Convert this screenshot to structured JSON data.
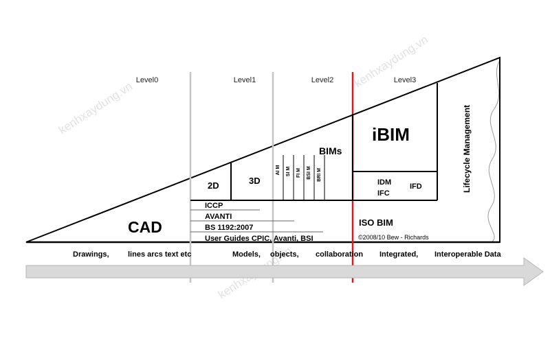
{
  "levels": [
    "Level0",
    "Level1",
    "Level2",
    "Level3"
  ],
  "labels": {
    "cad": "CAD",
    "two_d": "2D",
    "three_d": "3D",
    "bims": "BIMs",
    "ibim": "iBIM",
    "idm": "IDM",
    "ifc": "IFC",
    "ifd": "IFD",
    "iso_bim": "ISO BIM",
    "lifecycle": "Lifecycle Management",
    "copyright": "©2008/10 Bew -    Richards"
  },
  "bim_models": [
    "AI M",
    "SI M",
    "FI M",
    "BSI M",
    "BRI M"
  ],
  "standards": [
    "ICCP",
    "AVANTI",
    "BS  1192:2007",
    "User Guides CPIC, Avanti, BSI"
  ],
  "arrow_captions": [
    "Drawings,",
    "lines arcs text etc",
    "Models,",
    "objects,",
    "collaboration",
    "Integrated,",
    "Interoperable Data"
  ],
  "watermark": "kenhxaydung.vn",
  "colors": {
    "line": "#000000",
    "level_divider": "#c4c4c4",
    "level3_divider": "#e0161e",
    "arrow_fill": "#d9d9d9",
    "arrow_stroke": "#b5b5b5",
    "watermark": "#c9c9c9"
  }
}
